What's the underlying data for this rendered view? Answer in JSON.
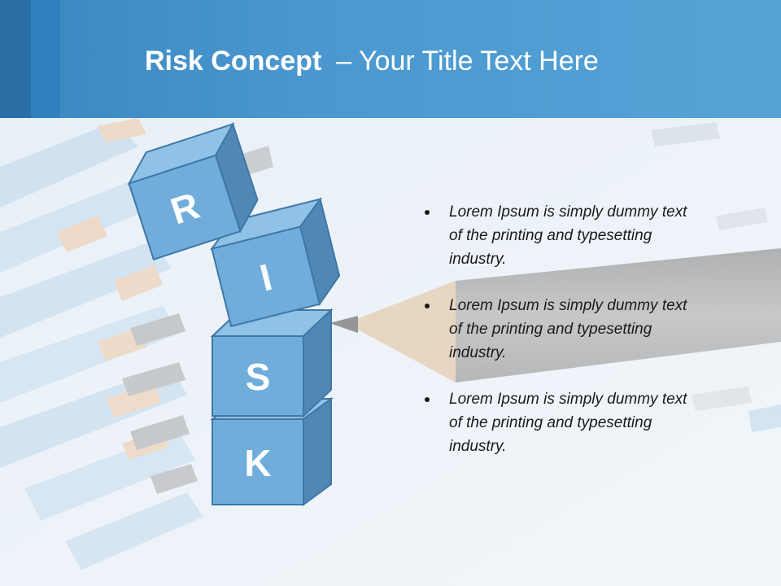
{
  "slide": {
    "title_bold": "Risk Concept",
    "title_rest": "– Your Title Text Here",
    "cube_letters": [
      "R",
      "I",
      "S",
      "K"
    ],
    "bullets": [
      "Lorem Ipsum is simply dummy text of the printing and typesetting industry.",
      "Lorem Ipsum is simply dummy text of the printing and typesetting industry.",
      "Lorem Ipsum is simply dummy text of the printing and typesetting industry."
    ]
  },
  "colors": {
    "header": "#4a98cf",
    "cube_front": "#70addb",
    "cube_top": "#8fc2e6",
    "cube_side": "#4f88b5",
    "cube_edge": "#3f77a6",
    "text": "#1a1a1a"
  }
}
